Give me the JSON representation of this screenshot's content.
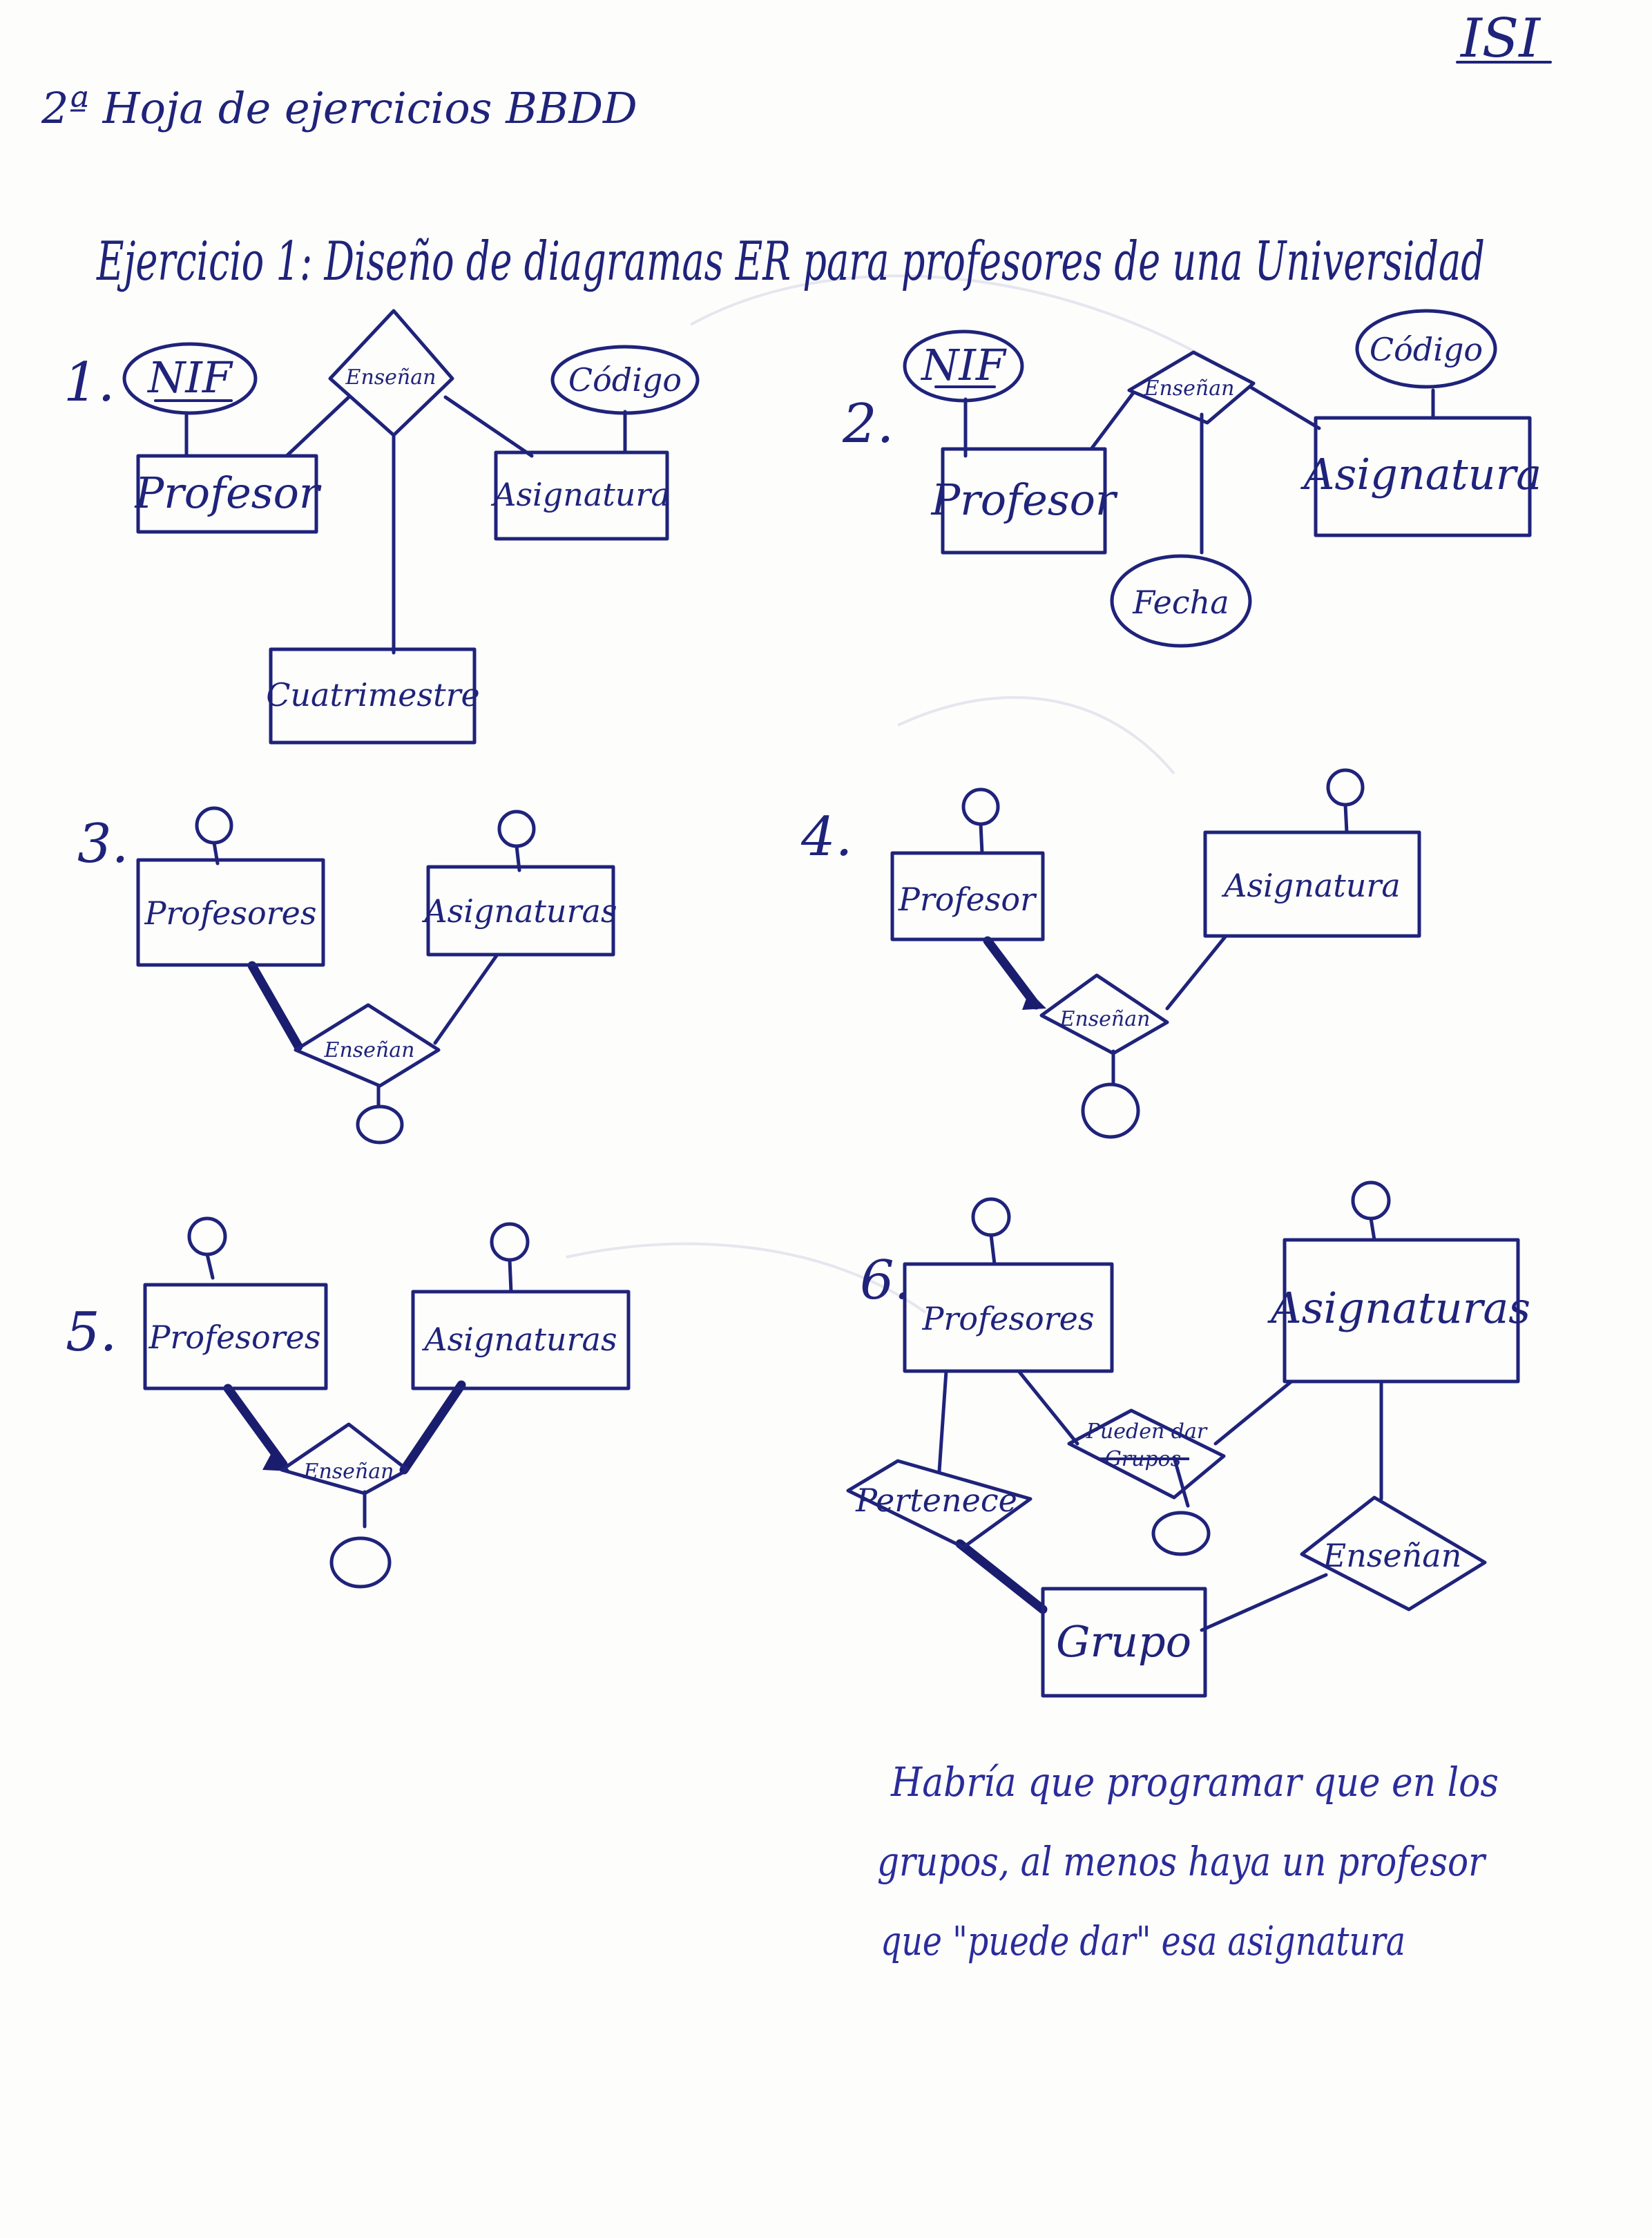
{
  "page": {
    "corner_mark": "ISI",
    "heading": "2ª Hoja de ejercicios BBDD",
    "exercise_title": "Ejercicio 1: Diseño de diagramas ER para profesores de una Universidad"
  },
  "diagrams": [
    {
      "number": "1.",
      "entities": [
        "Profesor",
        "Asignatura",
        "Cuatrimestre"
      ],
      "relationship": "Enseñan",
      "attributes": [
        "NIF",
        "Código"
      ]
    },
    {
      "number": "2.",
      "entities": [
        "Profesor",
        "Asignatura"
      ],
      "relationship": "Enseñan",
      "attributes": [
        "NIF",
        "Código",
        "Fecha"
      ]
    },
    {
      "number": "3.",
      "entities": [
        "Profesores",
        "Asignaturas"
      ],
      "relationship": "Enseñan"
    },
    {
      "number": "4.",
      "entities": [
        "Profesor",
        "Asignatura"
      ],
      "relationship": "Enseñan"
    },
    {
      "number": "5.",
      "entities": [
        "Profesores",
        "Asignaturas"
      ],
      "relationship": "Enseñan"
    },
    {
      "number": "6.",
      "entities": [
        "Profesores",
        "Asignaturas",
        "Grupo"
      ],
      "relationships": [
        "Pertenece",
        "Pueden dar",
        "Enseñan"
      ],
      "struck_text": "Grupos"
    }
  ],
  "note": {
    "lines": [
      "Habría que programar que en los",
      "grupos, al menos haya un profesor",
      "que \"puede dar\" esa asignatura"
    ]
  },
  "colors": {
    "ink": "#1f237a",
    "paper": "#fdfdfc"
  }
}
